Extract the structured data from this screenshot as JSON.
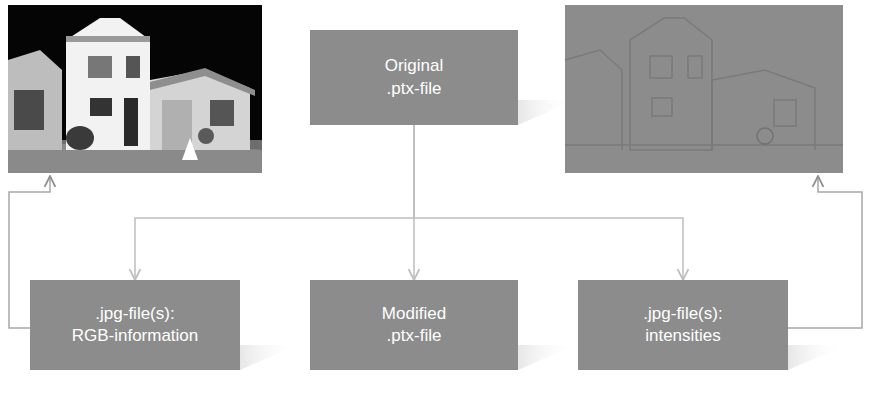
{
  "diagram": {
    "nodes": [
      {
        "text": [
          "Original .ptx-file"
        ]
      },
      {
        "text": [
          ".jpg-file(s): RGB-information"
        ]
      },
      {
        "text": [
          "Modified .ptx-file"
        ]
      },
      {
        "text": [
          ".jpg-file(s): intensities"
        ]
      }
    ],
    "edges": [
      {
        "from": 0,
        "to": 1,
        "arrow": "to"
      },
      {
        "from": 0,
        "to": 2,
        "arrow": "to"
      },
      {
        "from": 0,
        "to": 3,
        "arrow": "to"
      }
    ]
  }
}
